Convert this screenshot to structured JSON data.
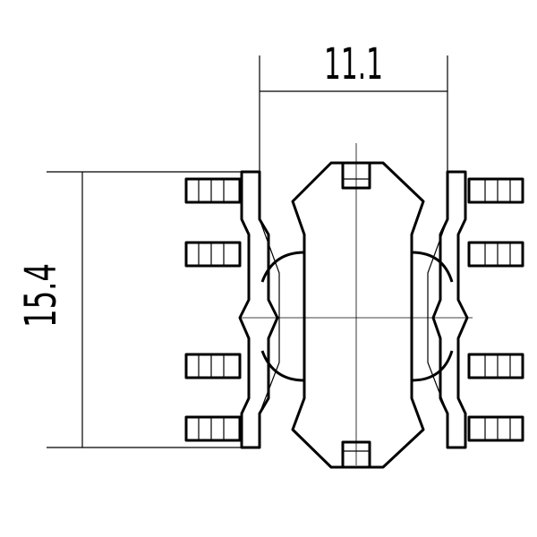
{
  "drawing": {
    "dimensions": {
      "width_label": "11.1",
      "height_label": "15.4"
    },
    "pin_count": 8,
    "pins_per_side": 4
  }
}
